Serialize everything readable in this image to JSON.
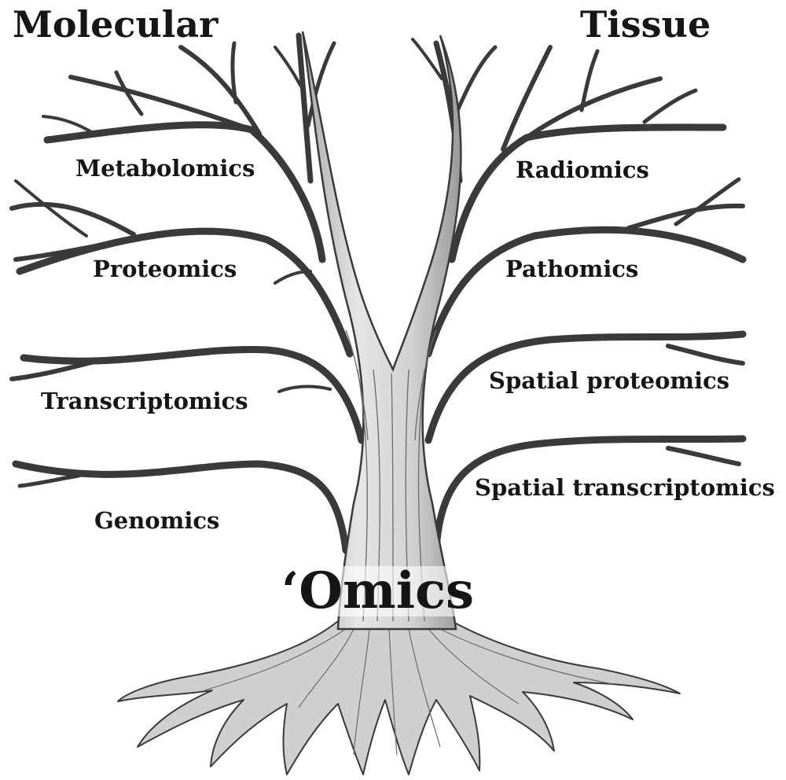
{
  "headings": {
    "left": "Molecular",
    "right": "Tissue"
  },
  "root_label": "‘Omics",
  "molecular_branches": [
    "Metabolomics",
    "Proteomics",
    "Transcriptomics",
    "Genomics"
  ],
  "tissue_branches": [
    "Radiomics",
    "Pathomics",
    "Spatial proteomics",
    "Spatial transcriptomics"
  ],
  "colors": {
    "ink": "#161616",
    "bark_outline": "#3a3a3a",
    "bark_fill": "#cfcfcf"
  }
}
